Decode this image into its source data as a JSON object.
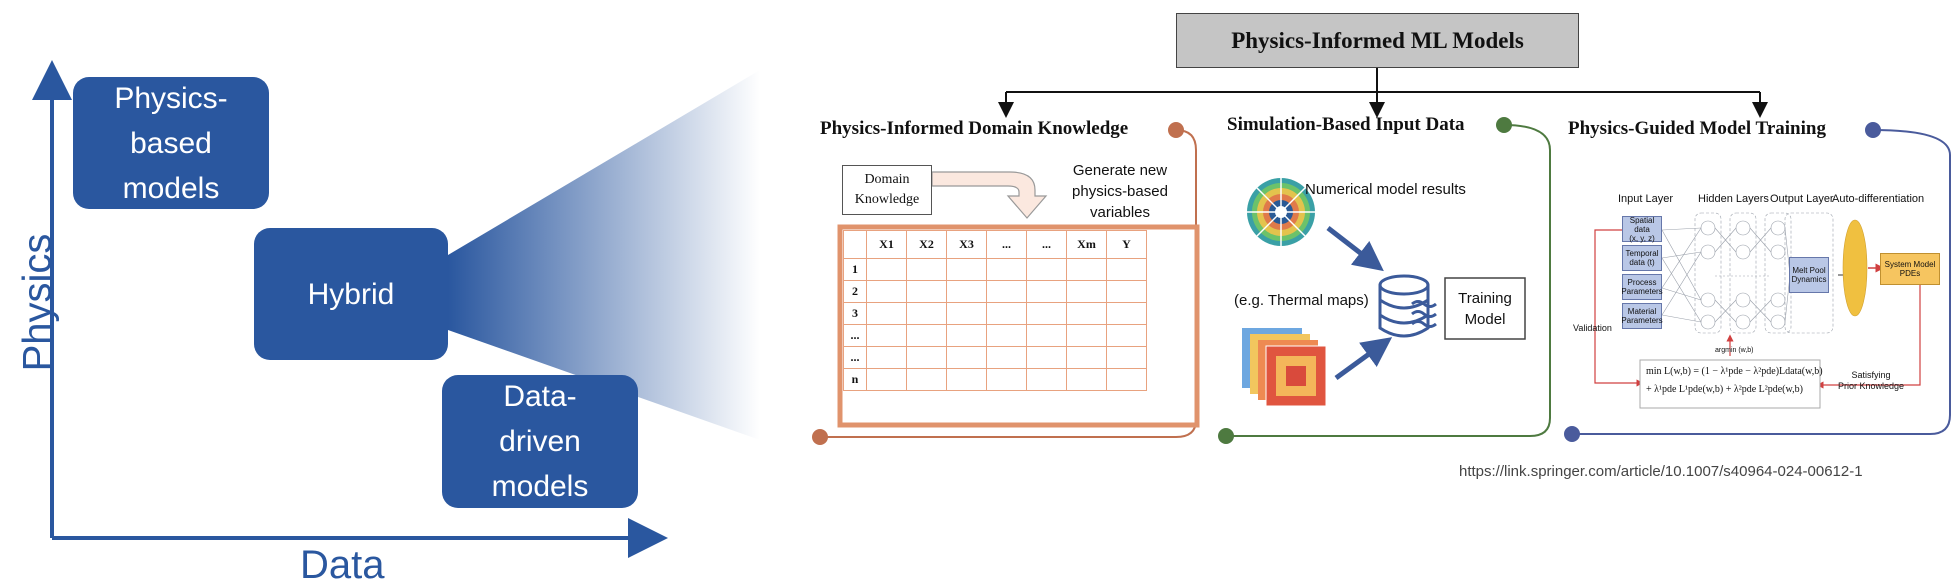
{
  "left_panel": {
    "boxes": {
      "physics_based": "Physics-\nbased\nmodels",
      "hybrid": "Hybrid",
      "data_driven": "Data-\ndriven\nmodels"
    },
    "axis_y_label": "Physics",
    "axis_x_label": "Data"
  },
  "right_panel": {
    "main_title": "Physics-Informed ML Models",
    "sections": {
      "domain": {
        "title": "Physics-Informed Domain Knowledge",
        "domain_box": "Domain\nKnowledge",
        "generate_text": "Generate new\nphysics-based\nvariables",
        "table_headers": [
          "",
          "X1",
          "X2",
          "X3",
          "...",
          "...",
          "Xm",
          "Y"
        ],
        "table_rows": [
          "1",
          "2",
          "3",
          "...",
          "...",
          "n"
        ]
      },
      "simulation": {
        "title": "Simulation-Based Input Data",
        "numerical_text": "Numerical model results",
        "thermal_text": "(e.g. Thermal maps)",
        "training_box": "Training\nModel"
      },
      "training": {
        "title": "Physics-Guided Model Training",
        "layer_labels": [
          "Input Layer",
          "Hidden Layers",
          "Output Layer",
          "Auto-differentiation"
        ],
        "inputs": [
          "Spatial data\n(x, y, z)",
          "Temporal\ndata (t)",
          "Process\nParameters",
          "Material\nParameters"
        ],
        "output_box": "Melt Pool\nDynamics",
        "system_box": "System Model\nPDEs",
        "validation_label": "Validation",
        "argmin_label": "argmin (w,b)",
        "satisfying_label": "Satisfying\nPrior Knowledge",
        "loss_line1": "min L(w,b) = (1 − λ¹pde − λ²pde)Ldata(w,b)",
        "loss_line2": "+ λ¹pde L¹pde(w,b) + λ²pde L²pde(w,b)"
      }
    },
    "citation": "https://link.springer.com/article/10.1007/s40964-024-00612-1"
  },
  "colors": {
    "box_blue": "#2a579f",
    "orange": "#c0704f",
    "green": "#4e7a40",
    "navy": "#4a5b9c"
  }
}
